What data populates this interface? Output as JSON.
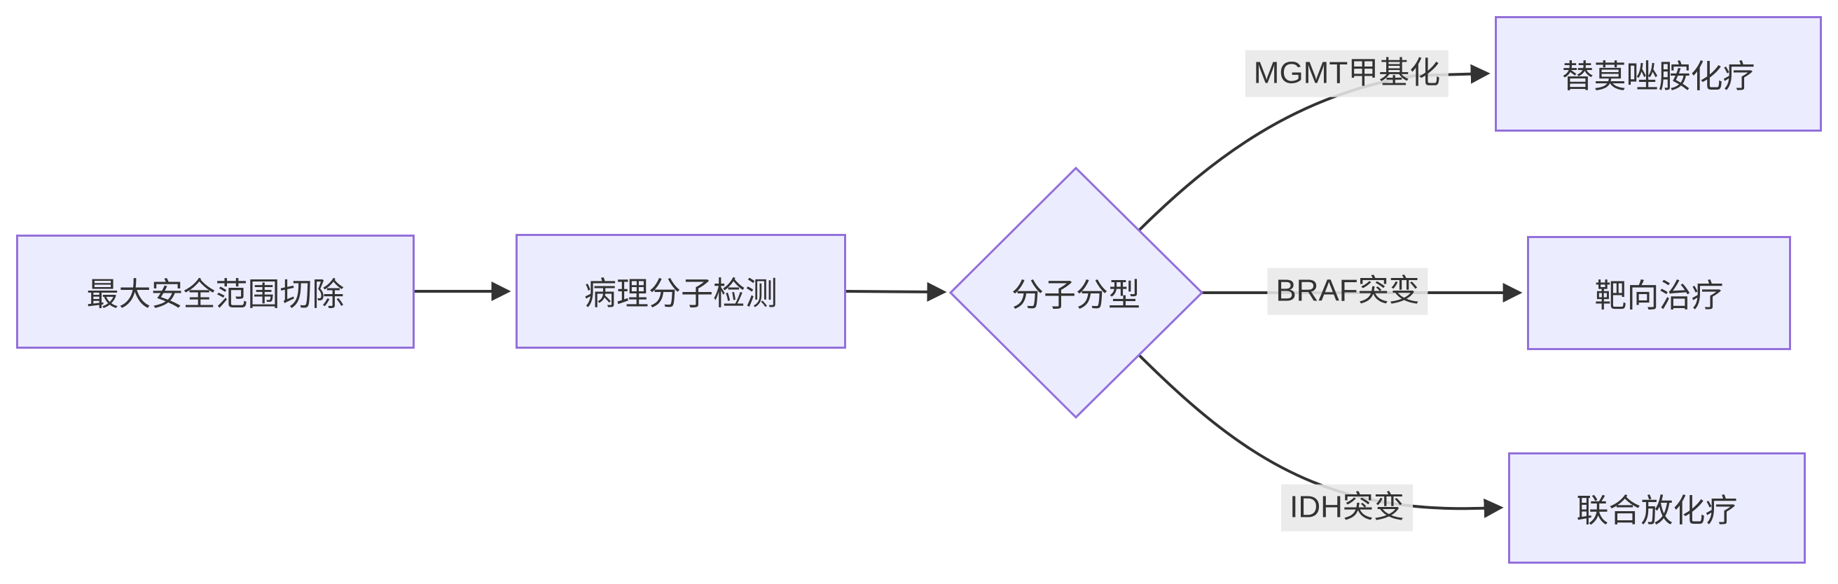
{
  "diagram": {
    "type": "flowchart",
    "direction": "LR",
    "colors": {
      "background": "#ffffff",
      "node_fill": "#ECECFF",
      "node_border": "#9370DB",
      "node_text": "#333333",
      "edge_line": "#333333",
      "edge_label_bg": "#e8e8e8",
      "edge_label_text": "#333333"
    },
    "nodes": {
      "surgery": {
        "label": "最大安全范围切除",
        "shape": "rect"
      },
      "pathology": {
        "label": "病理分子检测",
        "shape": "rect"
      },
      "typing": {
        "label": "分子分型",
        "shape": "diamond"
      },
      "temozolomide": {
        "label": "替莫唑胺化疗",
        "shape": "rect"
      },
      "targeted": {
        "label": "靶向治疗",
        "shape": "rect"
      },
      "chemoradio": {
        "label": "联合放化疗",
        "shape": "rect"
      }
    },
    "edges": [
      {
        "from": "surgery",
        "to": "pathology",
        "label": ""
      },
      {
        "from": "pathology",
        "to": "typing",
        "label": ""
      },
      {
        "from": "typing",
        "to": "temozolomide",
        "label": "MGMT甲基化"
      },
      {
        "from": "typing",
        "to": "targeted",
        "label": "BRAF突变"
      },
      {
        "from": "typing",
        "to": "chemoradio",
        "label": "IDH突变"
      }
    ]
  }
}
